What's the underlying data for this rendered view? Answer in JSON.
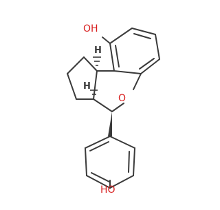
{
  "molecule": {
    "atom_labels": {
      "oh_top": "OH",
      "ring_oxygen": "O",
      "oh_bottom": "HO"
    },
    "stereo_hydrogens": {
      "h_upper": "H",
      "h_lower": "H"
    },
    "colors": {
      "bond": "#3a3a3a",
      "oxygen_label": "#d81e1e",
      "hydrogen_label": "#3a3a3a",
      "background": "#ffffff"
    }
  }
}
